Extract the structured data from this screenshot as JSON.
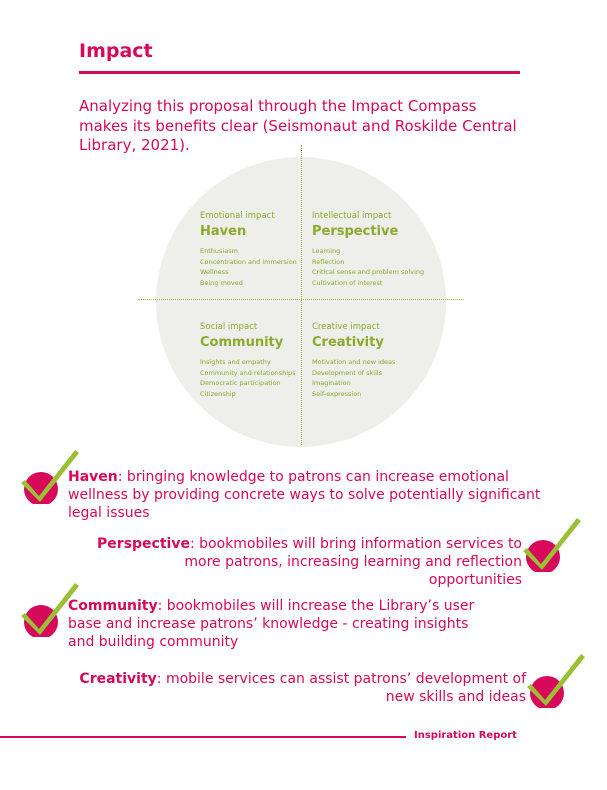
{
  "page": {
    "heading": "Impact",
    "intro": "Analyzing this proposal through the Impact Compass makes its benefits clear (Seismonaut and Roskilde Central Library, 2021).",
    "footer": "Inspiration Report"
  },
  "compass": {
    "haven": {
      "category": "Emotional impact",
      "title": "Haven",
      "items": [
        "Enthusiasm",
        "Concentration and immersion",
        "Wellness",
        "Being moved"
      ]
    },
    "perspective": {
      "category": "Intellectual impact",
      "title": "Perspective",
      "items": [
        "Learning",
        "Reflection",
        "Critical sense and problem solving",
        "Cultivation of interest"
      ]
    },
    "community": {
      "category": "Social impact",
      "title": "Community",
      "items": [
        "Insights and empathy",
        "Community and relationships",
        "Democratic participation",
        "Citizenship"
      ]
    },
    "creativity": {
      "category": "Creative impact",
      "title": "Creativity",
      "items": [
        "Motivation and new ideas",
        "Development of skills",
        "Imagination",
        "Self-expression"
      ]
    }
  },
  "benefits": [
    {
      "term": "Haven",
      "text": ": bringing knowledge to patrons can increase emotional wellness by providing concrete ways to solve potentially significant legal issues"
    },
    {
      "term": "Perspective",
      "text": ": bookmobiles will bring information services to more patrons, increasing learning and reflection opportunities"
    },
    {
      "term": "Community",
      "text": ": bookmobiles will increase the Library’s user base and increase patrons’ knowledge - creating insights and building community"
    },
    {
      "term": "Creativity",
      "text": ": mobile services can assist patrons’ development of new skills and ideas"
    }
  ],
  "colors": {
    "accent": "#d6095a",
    "compass_green": "#8aab2c",
    "check_green": "#9bbf35",
    "circle_fill": "#eeeeea"
  },
  "icons": {
    "check": "check-mark-icon"
  }
}
